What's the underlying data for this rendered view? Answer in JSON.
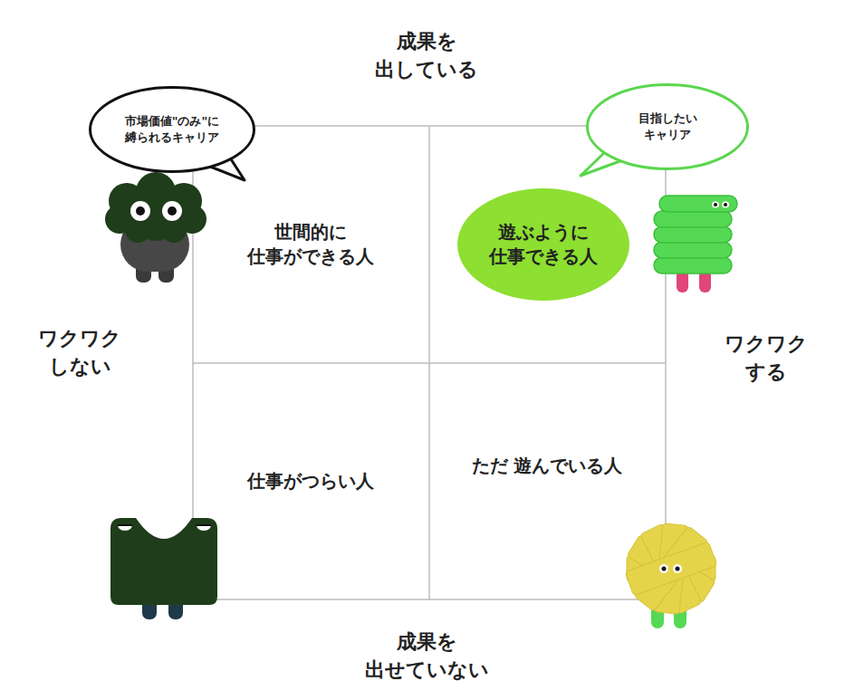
{
  "diagram": {
    "nodes": [
      {
        "text": [
          "市場価値\"のみ\"に 縛られるキャリア"
        ]
      },
      {
        "text": [
          "目指したい キャリア"
        ]
      },
      {
        "text": [
          "世間的に 仕事ができる人"
        ]
      },
      {
        "text": [
          "遊ぶように 仕事できる人"
        ]
      },
      {
        "text": [
          "仕事がつらい人"
        ]
      },
      {
        "text": [
          "ただ 遊んでいる人"
        ]
      }
    ],
    "labels": [
      "成果を 出している",
      "ワクワク しない",
      "ワクワク する",
      "成果を 出せていない"
    ]
  }
}
